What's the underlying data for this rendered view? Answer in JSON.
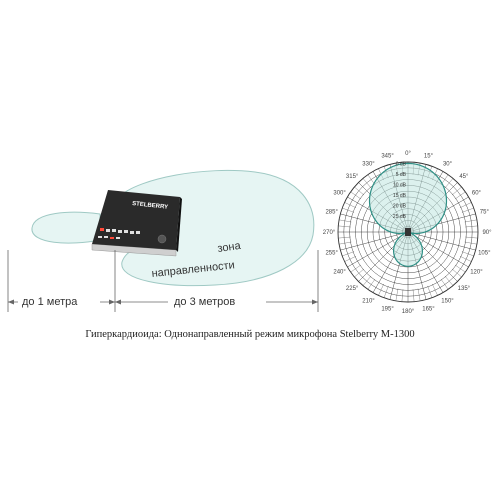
{
  "device": {
    "brand": "STELBERRY",
    "model": "M-1300"
  },
  "zone": {
    "line1": "зона",
    "line2": "направленности"
  },
  "distances": {
    "near": "до 1 метра",
    "far": "до 3 метров"
  },
  "polar": {
    "angles": [
      "0°",
      "15°",
      "30°",
      "45°",
      "60°",
      "75°",
      "90°",
      "105°",
      "120°",
      "135°",
      "150°",
      "165°",
      "180°",
      "195°",
      "210°",
      "225°",
      "240°",
      "255°",
      "270°",
      "285°",
      "300°",
      "315°",
      "330°",
      "345°"
    ],
    "db_levels": [
      "0 dB",
      "5 dB",
      "10 dB",
      "15 dB",
      "20 dB",
      "25 dB"
    ]
  },
  "caption": "Гиперкардиоида: Однонаправленный режим микрофона Stelberry M-1300",
  "colors": {
    "zone_fill": "#e6f5f3",
    "zone_stroke": "#9fc9c4",
    "polar_stroke": "#2e8f85",
    "polar_fill": "#bfe6e0",
    "device_body": "#2a2a2a",
    "device_base": "#d9d9d9"
  }
}
